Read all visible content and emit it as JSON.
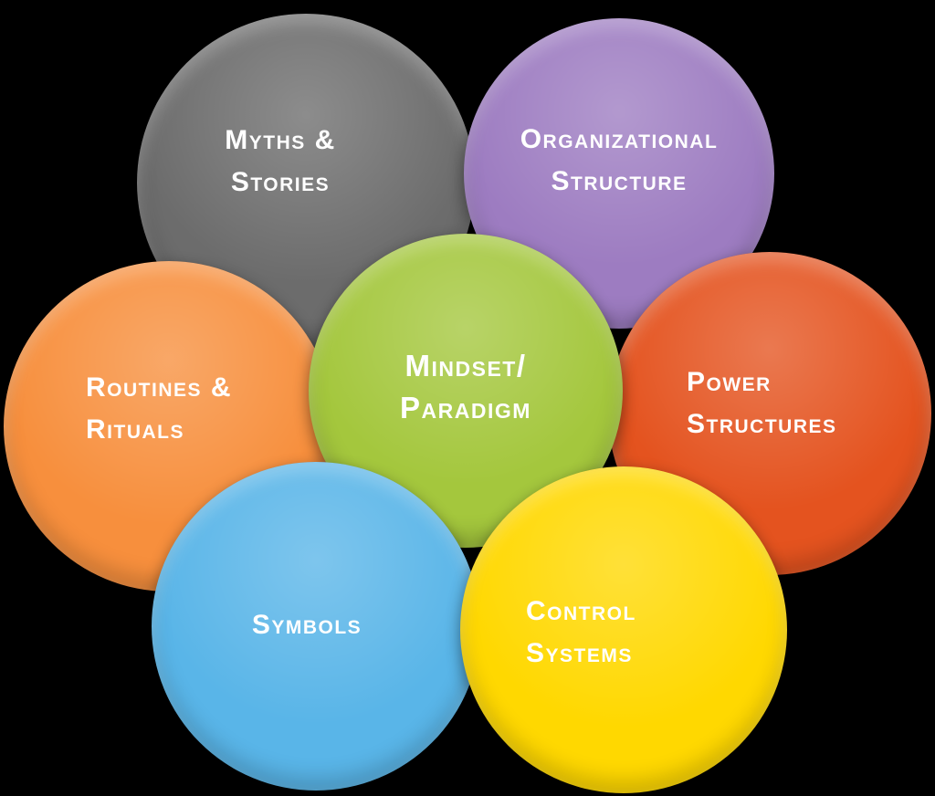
{
  "diagram": {
    "background_color": "#000000",
    "text_color": "#ffffff",
    "circles": [
      {
        "id": "myths-stories",
        "label_lines": [
          "Myths &",
          "Stories"
        ],
        "color": "#6c6c6c"
      },
      {
        "id": "organizational-structure",
        "label_lines": [
          "Organizational",
          "Structure"
        ],
        "color": "#9d7cc1"
      },
      {
        "id": "routines-rituals",
        "label_lines": [
          "Routines &",
          "Rituals"
        ],
        "color": "#f78f3d"
      },
      {
        "id": "power-structures",
        "label_lines": [
          "Power",
          "Structures"
        ],
        "color": "#e4531f"
      },
      {
        "id": "mindset-paradigm",
        "label_lines": [
          "Mindset/",
          "Paradigm"
        ],
        "color": "#a4c73d"
      },
      {
        "id": "symbols",
        "label_lines": [
          "Symbols"
        ],
        "color": "#59b5e8"
      },
      {
        "id": "control-systems",
        "label_lines": [
          "Control",
          "Systems"
        ],
        "color": "#ffd800"
      }
    ]
  }
}
